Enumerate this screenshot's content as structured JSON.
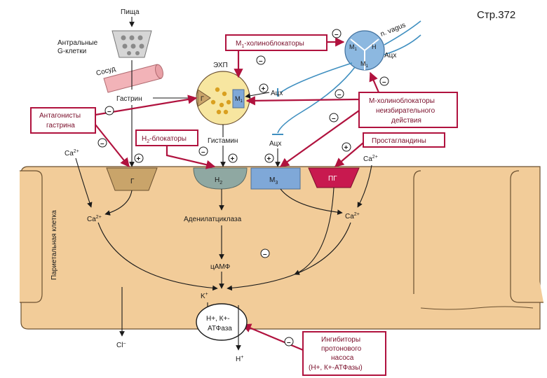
{
  "page_ref": "Стр.372",
  "food": "Пища",
  "g_cells": [
    "Антральные",
    "G-клетки"
  ],
  "vessel": "Сосуд",
  "gastrin": "Гастрин",
  "ecl": "ЭХП",
  "ecl_g": "Г",
  "ecl_m": "М",
  "ecl_m_sub": "1",
  "histamine": "Гистамин",
  "vagus": "n. vagus",
  "ach": "Ацх",
  "ganglion_m_top": "М",
  "ganglion_m_top_sub": "1",
  "ganglion_h": "Н",
  "ganglion_m_bottom": "М",
  "ganglion_m_bottom_sub": "1",
  "cell_label": "Париетальная клетка",
  "receptor_g": "Г",
  "receptor_h2": "Н",
  "receptor_h2_sub": "2",
  "receptor_m3": "М",
  "receptor_m3_sub": "3",
  "receptor_pg": "ПГ",
  "ca_main": "Ca",
  "ca_charge": "2+",
  "adenylate": "Аденилатциклаза",
  "camp": "цАМФ",
  "k_label": "K",
  "k_charge": "+",
  "atpase_lines": [
    "Н+, К+-",
    "АТФаза"
  ],
  "cl_label": "Cl",
  "cl_charge": "–",
  "h_label": "Н",
  "h_charge": "+",
  "plus": "+",
  "minus": "–",
  "boxes": {
    "m1_blockers": {
      "main": "М",
      "sub": "1",
      "rest": "-холиноблокаторы"
    },
    "gastrin_antag": [
      "Антагонисты",
      "гастрина"
    ],
    "h2_blockers": {
      "main": "Н",
      "sub": "2",
      "rest": "-блокаторы"
    },
    "m_nonselective": [
      "М-холиноблокаторы",
      "неизбирательного",
      "действия"
    ],
    "prostaglandins": "Простагландины",
    "pump_inhibitors": [
      "Ингибиторы",
      "протонового",
      "насоса",
      "(Н+, К+-АТФазы)"
    ]
  },
  "colors": {
    "cell_fill": "#f2cc99",
    "inhibition_red": "#b0123e",
    "receptor_g": "#c9a46a",
    "receptor_h2": "#8fa8a2",
    "receptor_m3": "#7fa8d8",
    "receptor_pg": "#c8194f",
    "ecl_yellow": "#f7e6a0",
    "ganglion_blue": "#8cb8e0"
  }
}
